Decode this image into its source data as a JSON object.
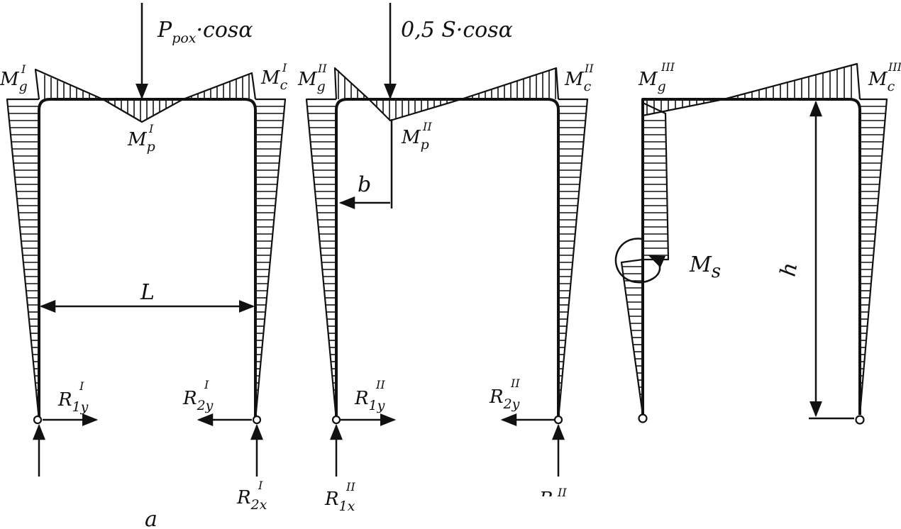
{
  "figure": {
    "caption": "a",
    "panel1": {
      "load": "P",
      "load_sub": "pox",
      "load_rest": "·cosα",
      "m_left": "M",
      "m_left_sub": "g",
      "m_left_sup": "I",
      "m_right": "M",
      "m_right_sub": "c",
      "m_right_sup": "I",
      "m_mid": "M",
      "m_mid_sub": "p",
      "m_mid_sup": "I",
      "span": "L",
      "r1y": "R",
      "r1y_sub": "1y",
      "r1y_sup": "I",
      "r2y": "R",
      "r2y_sub": "2y",
      "r2y_sup": "I",
      "r2x": "R",
      "r2x_sub": "2x",
      "r2x_sup": "I"
    },
    "panel2": {
      "load": "0,5 S·cosα",
      "m_left": "M",
      "m_left_sub": "g",
      "m_left_sup": "II",
      "m_right": "M",
      "m_right_sub": "c",
      "m_right_sup": "II",
      "m_mid": "M",
      "m_mid_sub": "p",
      "m_mid_sup": "II",
      "offset": "b",
      "r1y": "R",
      "r1y_sub": "1y",
      "r1y_sup": "II",
      "r2y": "R",
      "r2y_sub": "2y",
      "r2y_sup": "II",
      "r1x": "R",
      "r1x_sub": "1x",
      "r1x_sup": "II",
      "r_cut": "R",
      "r_cut_sup": "II"
    },
    "panel3": {
      "m_left": "M",
      "m_left_sub": "g",
      "m_left_sup": "III",
      "m_right": "M",
      "m_right_sub": "c",
      "m_right_sup": "III",
      "ms": "M",
      "ms_sub": "s",
      "height": "h"
    }
  }
}
